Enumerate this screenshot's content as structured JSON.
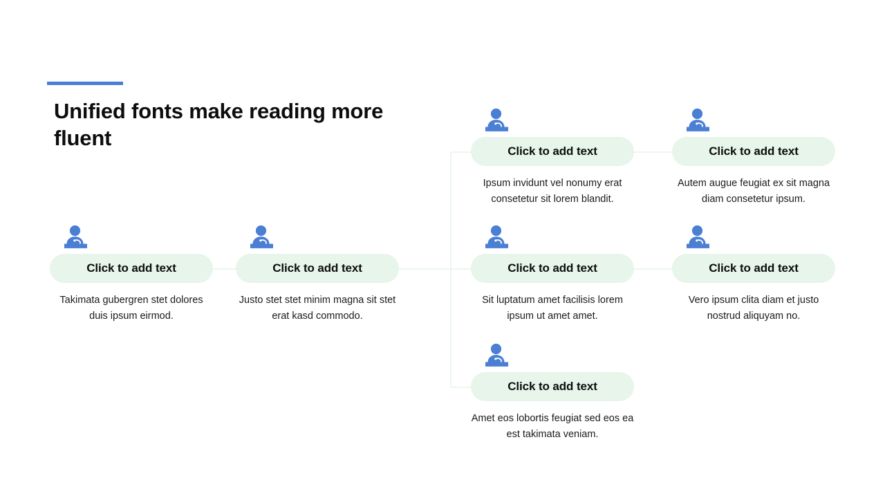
{
  "slide": {
    "title": "Unified fonts make reading more fluent",
    "accent_color": "#4a7fd4",
    "pill_color": "#e7f5ea",
    "connector_color": "#d8ecdd",
    "icon_color": "#4a7fd4",
    "background": "#ffffff"
  },
  "icons": {
    "name": "speaker-podium-icon"
  },
  "nodes": [
    {
      "id": "node-1",
      "label": "Click to add text",
      "description": "Takimata gubergren stet dolores duis ipsum eirmod.",
      "icon": "speaker-podium-icon",
      "column": 1,
      "row": "middle"
    },
    {
      "id": "node-2",
      "label": "Click to add text",
      "description": "Justo stet stet minim magna sit stet erat kasd commodo.",
      "icon": "speaker-podium-icon",
      "column": 2,
      "row": "middle"
    },
    {
      "id": "node-3",
      "label": "Click to add text",
      "description": "Ipsum invidunt vel nonumy erat consetetur sit lorem blandit.",
      "icon": "speaker-podium-icon",
      "column": 3,
      "row": "top"
    },
    {
      "id": "node-4",
      "label": "Click to add text",
      "description": "Sit luptatum amet facilisis lorem ipsum ut amet amet.",
      "icon": "speaker-podium-icon",
      "column": 3,
      "row": "middle"
    },
    {
      "id": "node-5",
      "label": "Click to add text",
      "description": "Amet eos lobortis feugiat sed eos ea est takimata veniam.",
      "icon": "speaker-podium-icon",
      "column": 3,
      "row": "bottom"
    },
    {
      "id": "node-6",
      "label": "Click to add text",
      "description": "Autem augue feugiat ex sit magna diam consetetur ipsum.",
      "icon": "speaker-podium-icon",
      "column": 4,
      "row": "top"
    },
    {
      "id": "node-7",
      "label": "Click to add text",
      "description": "Vero ipsum clita diam et justo nostrud aliquyam no.",
      "icon": "speaker-podium-icon",
      "column": 4,
      "row": "middle"
    }
  ]
}
